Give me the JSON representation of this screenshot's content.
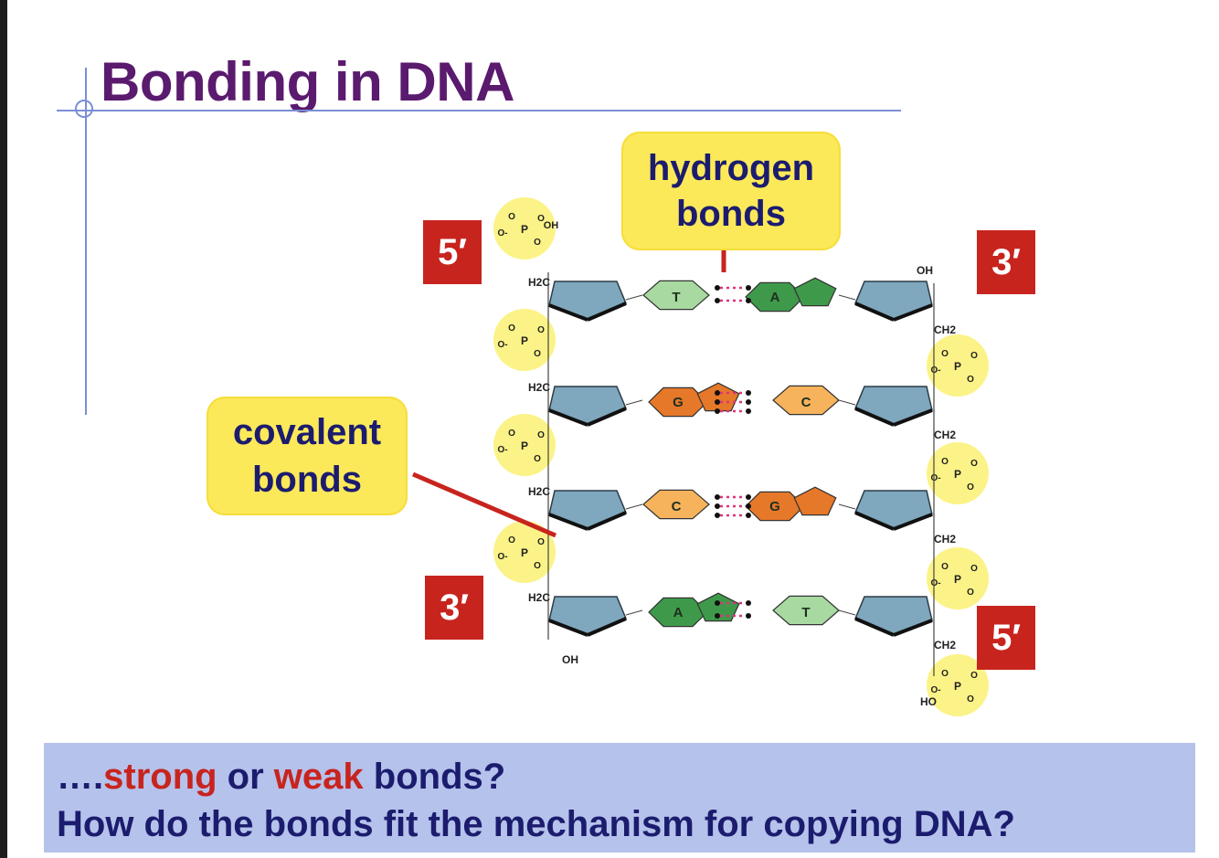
{
  "slide": {
    "title": "Bonding in DNA"
  },
  "callouts": {
    "hydrogen": [
      "hydrogen",
      "bonds"
    ],
    "covalent": [
      "covalent",
      "bonds"
    ]
  },
  "ends": {
    "left_top": "5′",
    "right_top": "3′",
    "left_bottom": "3′",
    "right_bottom": "5′"
  },
  "diagram": {
    "base_pairs": [
      {
        "left": "T",
        "right": "A"
      },
      {
        "left": "G",
        "right": "C"
      },
      {
        "left": "C",
        "right": "G"
      },
      {
        "left": "A",
        "right": "T"
      }
    ],
    "chem_labels": {
      "oh": "OH",
      "ho": "HO",
      "h2c": "H2C",
      "ch2": "CH2",
      "o": "O",
      "o_minus": "O-",
      "p": "P"
    },
    "colors": {
      "sugar": "#7fa7bd",
      "phosphate_glow": "#fbf27a",
      "T": "#a8d9a1",
      "A": "#3e9a4a",
      "G": "#e6782a",
      "C": "#f7b35b",
      "hbond": "#e0337a",
      "callout_line": "#c8241e"
    }
  },
  "question": {
    "prefix": "….",
    "strong": "strong",
    "or": " or ",
    "weak": "weak",
    "suffix": " bonds?",
    "line2": "How do the bonds fit the mechanism for copying DNA?"
  }
}
